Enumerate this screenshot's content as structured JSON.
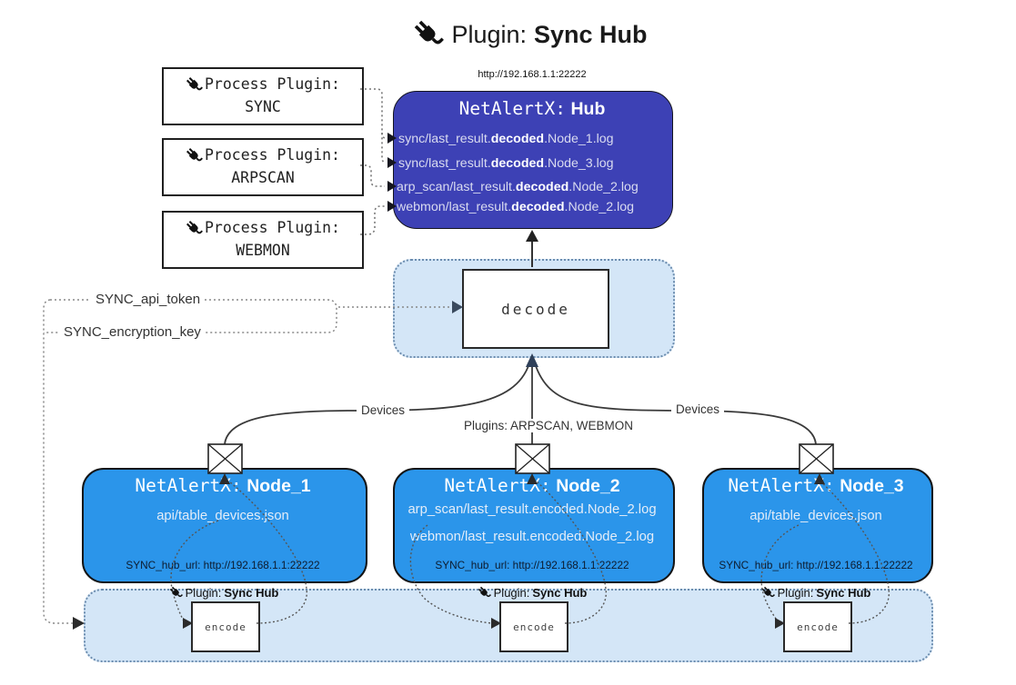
{
  "title": {
    "prefix": "Plugin:",
    "name": "Sync Hub"
  },
  "hub": {
    "url": "http://192.168.1.1:22222",
    "title_prefix": "NetAlertX:",
    "title_name": "Hub",
    "items": [
      {
        "pre": "sync/last_result.",
        "bold": "decoded",
        "post": ".Node_1.log"
      },
      {
        "pre": "sync/last_result.",
        "bold": "decoded",
        "post": ".Node_3.log"
      },
      {
        "pre": "arp_scan/last_result.",
        "bold": "decoded",
        "post": ".Node_2.log"
      },
      {
        "pre": "webmon/last_result.",
        "bold": "decoded",
        "post": ".Node_2.log"
      }
    ]
  },
  "process_plugins": [
    {
      "label": "Process Plugin:",
      "name": "SYNC"
    },
    {
      "label": "Process Plugin:",
      "name": "ARPSCAN"
    },
    {
      "label": "Process Plugin:",
      "name": "WEBMON"
    }
  ],
  "decode": {
    "label": "decode"
  },
  "tokens": {
    "api": "SYNC_api_token",
    "key": "SYNC_encryption_key"
  },
  "edges": {
    "devices_left": "Devices",
    "plugins_center": "Plugins: ARPSCAN, WEBMON",
    "devices_right": "Devices"
  },
  "nodes": [
    {
      "title_prefix": "NetAlertX:",
      "title_name": "Node_1",
      "lines": [
        "api/table_devices.json"
      ],
      "footer": "SYNC_hub_url: http://192.168.1.1:22222"
    },
    {
      "title_prefix": "NetAlertX:",
      "title_name": "Node_2",
      "lines": [
        "arp_scan/last_result.encoded.Node_2.log",
        "webmon/last_result.encoded.Node_2.log"
      ],
      "footer": "SYNC_hub_url: http://192.168.1.1:22222"
    },
    {
      "title_prefix": "NetAlertX:",
      "title_name": "Node_3",
      "lines": [
        "api/table_devices.json"
      ],
      "footer": "SYNC_hub_url: http://192.168.1.1:22222"
    }
  ],
  "encode_strip": {
    "plugin_prefix": "Plugin:",
    "plugin_name": "Sync Hub",
    "encode_label": "encode"
  },
  "colors": {
    "hub-fill": "#3d41b5",
    "node-fill": "#2b95ea",
    "panel-fill": "#d4e6f7",
    "panel-border": "#6b8cae"
  }
}
